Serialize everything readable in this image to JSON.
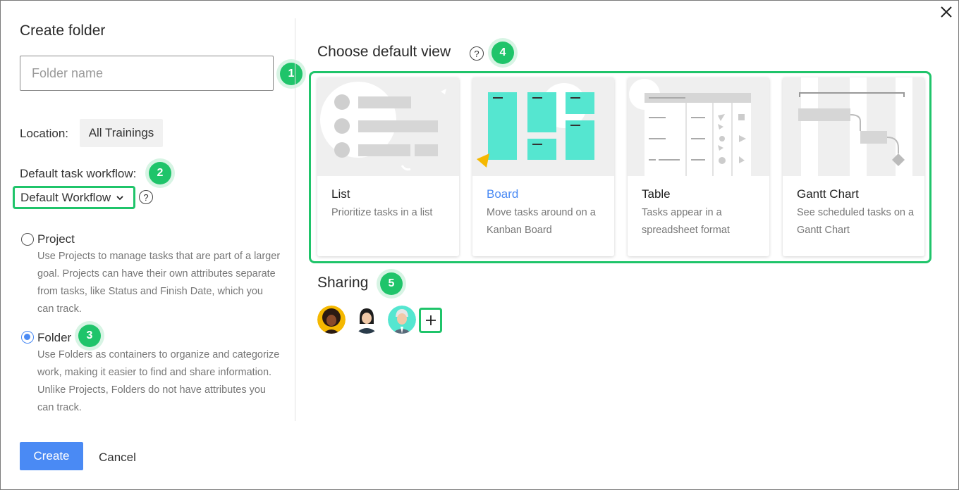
{
  "dialog": {
    "title": "Create folder",
    "folder_name_placeholder": "Folder name",
    "location_label": "Location:",
    "location_value": "All Trainings",
    "workflow_label": "Default task workflow:",
    "workflow_value": "Default Workflow",
    "options": [
      {
        "title": "Project",
        "selected": false,
        "desc": "Use Projects to manage tasks that are part of a larger goal. Projects can have their own attributes separate from tasks, like Status and Finish Date, which you can track."
      },
      {
        "title": "Folder",
        "selected": true,
        "desc": "Use Folders as containers to organize and categorize work, making it easier to find and share information. Unlike Projects, Folders do not have attributes you can track."
      }
    ],
    "create_label": "Create",
    "cancel_label": "Cancel"
  },
  "views": {
    "heading": "Choose default view",
    "cards": [
      {
        "title": "List",
        "desc": "Prioritize tasks in a list",
        "selected": false
      },
      {
        "title": "Board",
        "desc": "Move tasks around on a Kanban Board",
        "selected": true
      },
      {
        "title": "Table",
        "desc": "Tasks appear in a spreadsheet format",
        "selected": false
      },
      {
        "title": "Gantt Chart",
        "desc": "See scheduled tasks on a Gantt Chart",
        "selected": false
      }
    ]
  },
  "sharing": {
    "heading": "Sharing",
    "avatars": [
      "avatar-user-1",
      "avatar-user-2",
      "avatar-user-3"
    ]
  },
  "badges": [
    "1",
    "2",
    "3",
    "4",
    "5"
  ],
  "help_glyph": "?",
  "colors": {
    "accent": "#4a8af4",
    "highlight": "#1fc46a",
    "board_teal": "#55e6d0",
    "arrow_yellow": "#f5b800"
  },
  "icons": [
    "close-icon",
    "chevron-down-icon",
    "help-icon",
    "plus-icon"
  ]
}
